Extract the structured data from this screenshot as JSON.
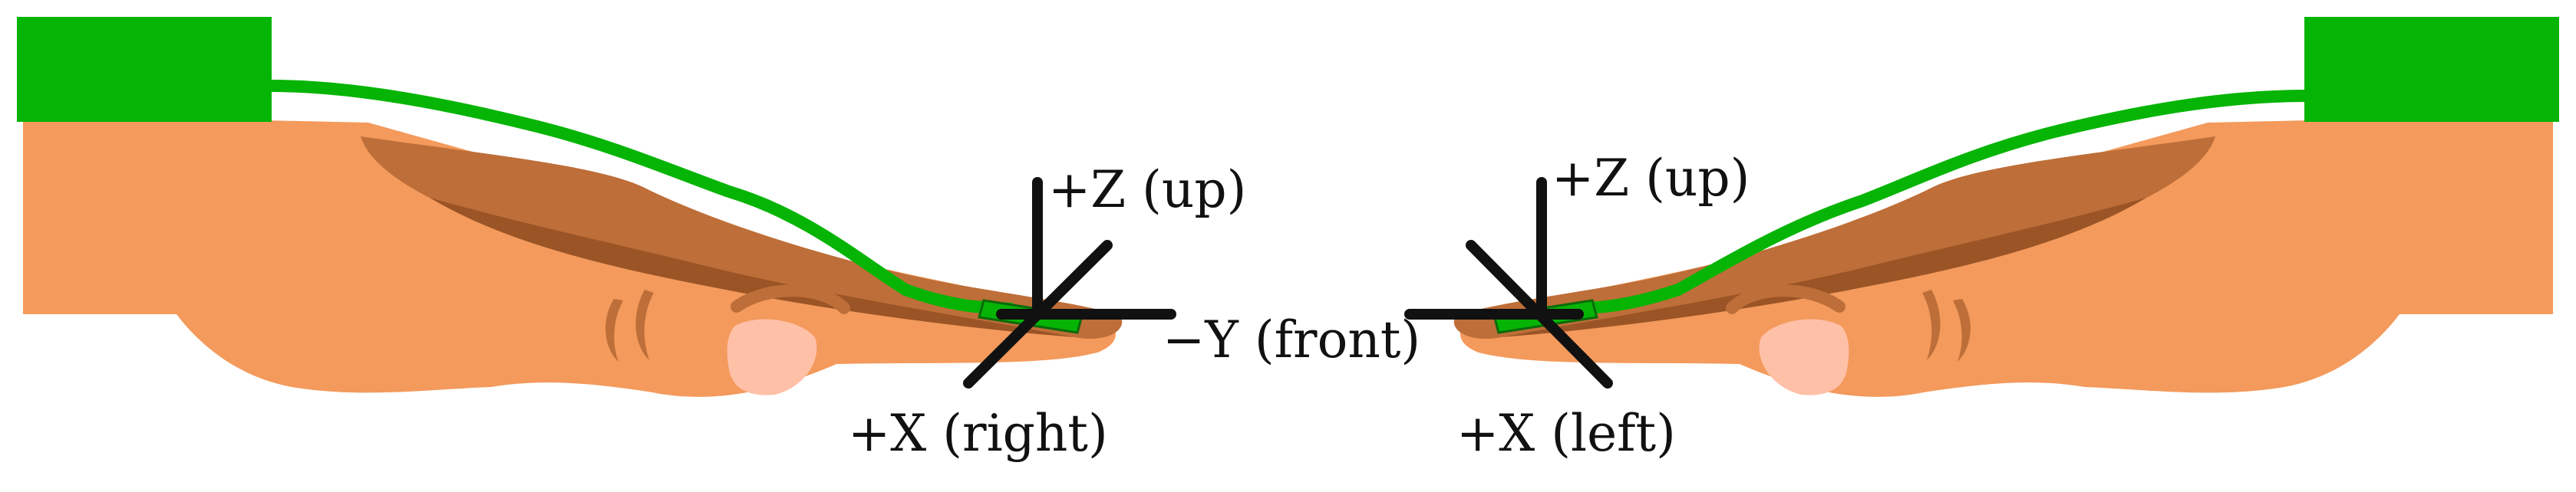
{
  "colors": {
    "background": "#ffffff",
    "skin": "#F39A5C",
    "skin_dark": "#BE6E38",
    "skin_shadow": "#9A5426",
    "nail": "#FFC0A8",
    "sensor": "#06B406",
    "axis": "#111111"
  },
  "right_hand": {
    "z_label": "+Z (up)",
    "y_label": "−Y (front)",
    "x_label": "+X (right)"
  },
  "left_hand": {
    "z_label": "+Z (up)",
    "x_label": "+X (left)"
  }
}
